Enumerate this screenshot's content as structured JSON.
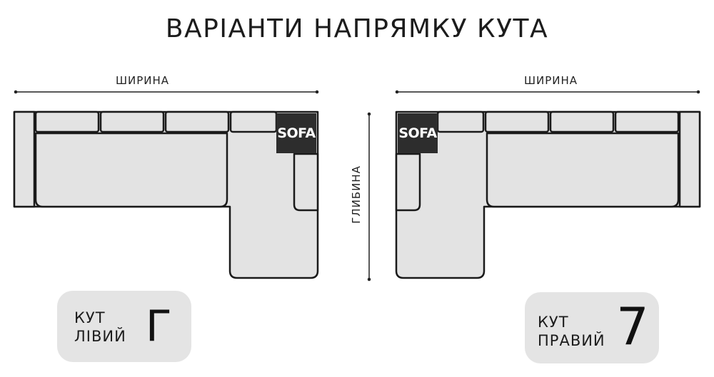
{
  "title": "ВАРІАНТИ НАПРЯМКУ КУТА",
  "dimensions": {
    "width_label": "ШИРИНА",
    "depth_label": "ГЛИБИНА"
  },
  "brand": {
    "logo_text": "SOFA"
  },
  "left_variant": {
    "line1": "КУТ",
    "line2": "ЛІВИЙ",
    "glyph": "Г"
  },
  "right_variant": {
    "line1": "КУТ",
    "line2": "ПРАВИЙ",
    "glyph": "7"
  },
  "colors": {
    "sofa_fill": "#e3e3e3",
    "outline": "#1a1a1a",
    "logo_bg": "#2d2d2d",
    "badge_bg": "#e4e4e4"
  }
}
